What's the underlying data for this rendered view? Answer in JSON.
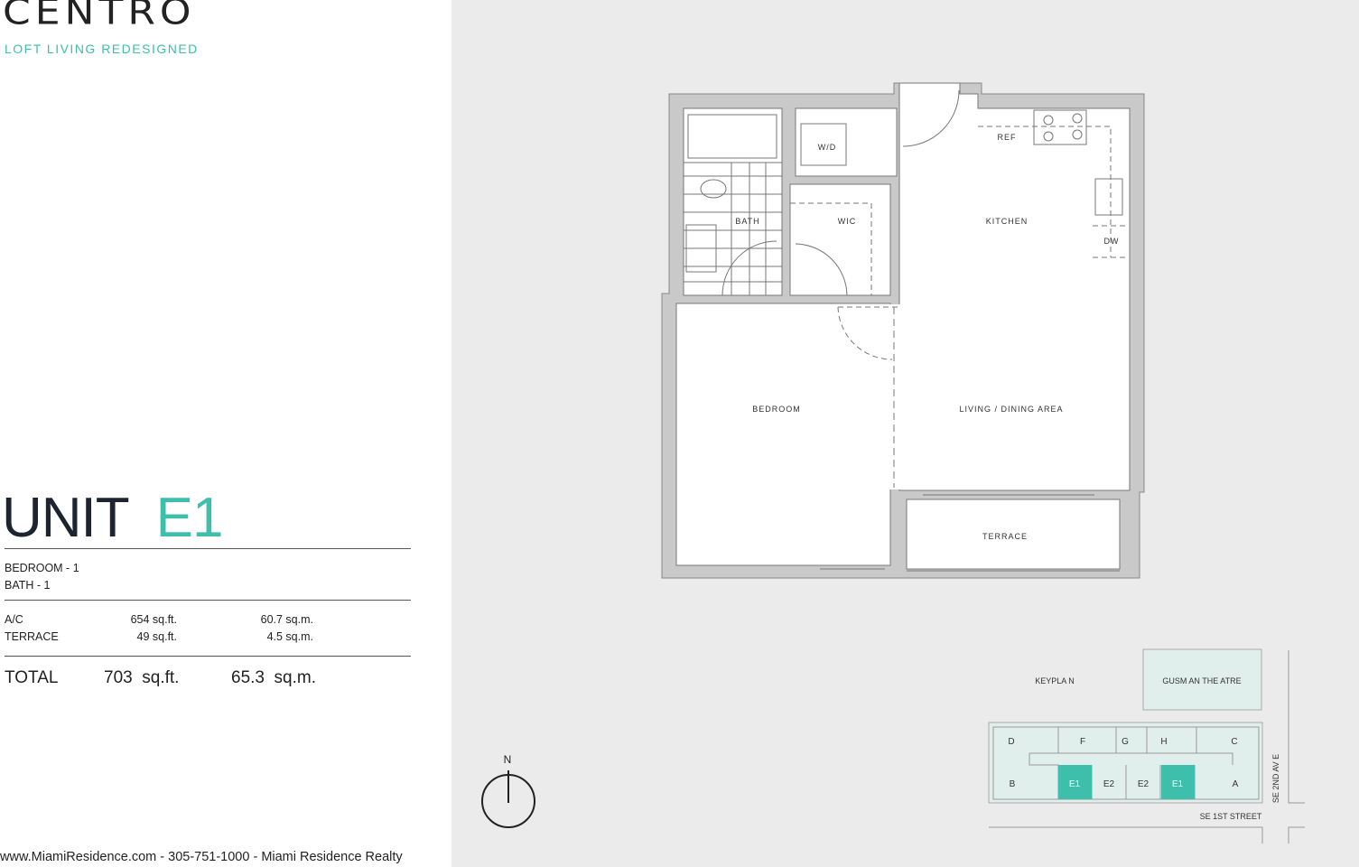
{
  "brand": {
    "logo": "CENTRO",
    "tagline": "LOFT LIVING  REDESIGNED"
  },
  "unit": {
    "prefix": "UNIT",
    "id": "E1"
  },
  "rooms": {
    "bedroom": "BEDROOM - 1",
    "bath": "BATH - 1"
  },
  "areas": [
    {
      "label": "A/C",
      "sqft": "654  sq.ft.",
      "sqm": "60.7  sq.m."
    },
    {
      "label": "TERRACE",
      "sqft": "49  sq.ft.",
      "sqm": "4.5  sq.m."
    }
  ],
  "total": {
    "label": "TOTAL",
    "sqft": "703  sq.ft.",
    "sqm": "65.3  sq.m."
  },
  "footer": "www.MiamiResidence.com  -  305-751-1000  -  Miami Residence Realty",
  "floorplan": {
    "bath": "BATH",
    "wic": "WIC",
    "wd": "W/D",
    "ref": "REF",
    "kitchen": "KITCHEN",
    "dw": "DW",
    "bedroom": "BEDROOM",
    "living": "LIVING /  DINING  AREA",
    "terrace": "TERRACE"
  },
  "compass": {
    "north": "N"
  },
  "keyplan": {
    "title": "KEYPLA N",
    "theatre": "GUSM AN THE ATRE",
    "street_south": "SE 1ST  STREET",
    "street_east": "SE 2ND AV  E",
    "units_top": [
      "D",
      "F",
      "G",
      "H",
      "C"
    ],
    "units_bottom": [
      "B",
      "E1",
      "E2",
      "E2",
      "E1",
      "A"
    ]
  },
  "colors": {
    "accent": "#3dbfac",
    "wall": "#c9c9c9",
    "keyplan_fill": "#e1efec"
  }
}
